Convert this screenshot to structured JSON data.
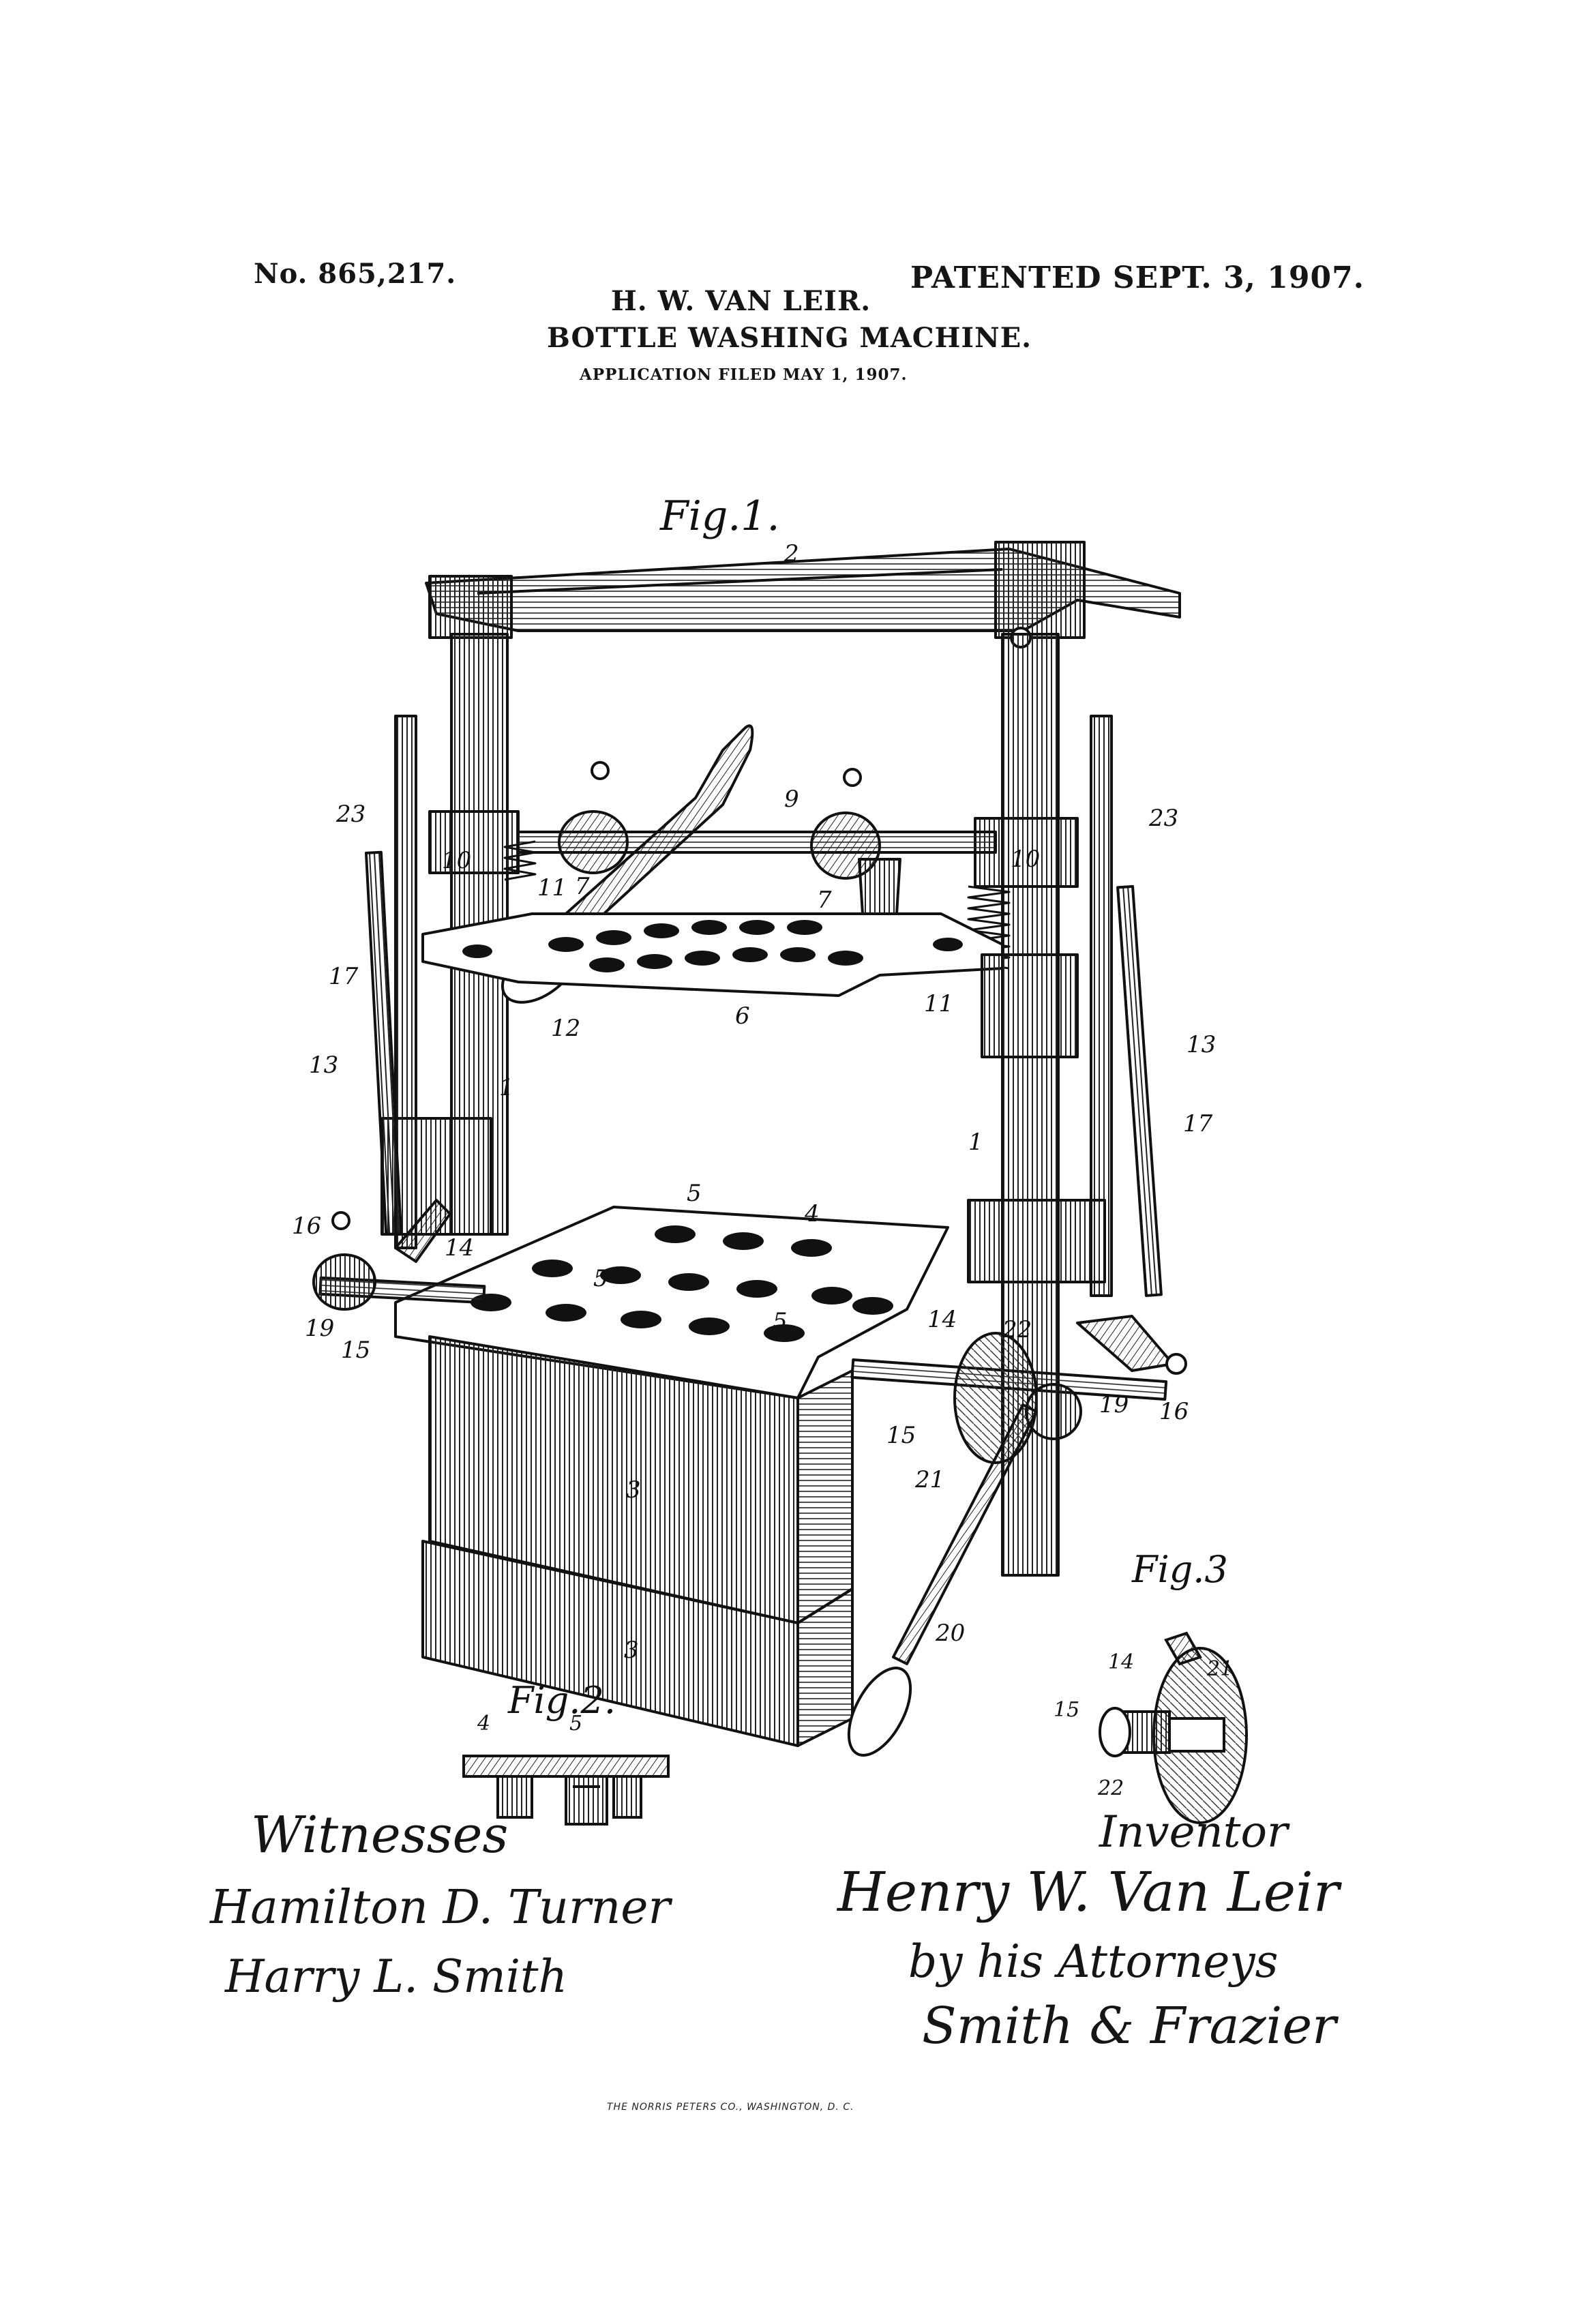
{
  "header": {
    "patent_no": "No. 865,217.",
    "patented": "PATENTED SEPT. 3, 1907.",
    "inventor": "H. W. VAN LEIR.",
    "title": "BOTTLE WASHING MACHINE.",
    "application": "APPLICATION FILED MAY 1, 1907."
  },
  "figures": {
    "fig1": "Fig.1.",
    "fig2": "Fig.2.",
    "fig3": "Fig.3"
  },
  "ref_numerals": {
    "n2": "2",
    "n23l": "23",
    "n23r": "23",
    "n10l": "10",
    "n10r": "10",
    "n9": "9",
    "n11l": "11",
    "n11r": "11",
    "n7l": "7",
    "n7r": "7",
    "n17l": "17",
    "n17r": "17",
    "n12": "12",
    "n6": "6",
    "n13l": "13",
    "n13r": "13",
    "n1l": "1",
    "n1r": "1",
    "n5a": "5",
    "n5b": "5",
    "n5c": "5",
    "n4": "4",
    "n16l": "16",
    "n16r": "16",
    "n19l": "19",
    "n19r": "19",
    "n15l": "15",
    "n15r": "15",
    "n14l": "14",
    "n14r": "14",
    "n22": "22",
    "n21": "21",
    "n3a": "3",
    "n3b": "3",
    "n20": "20",
    "f2n4": "4",
    "f2n5": "5",
    "f3n14": "14",
    "f3n21": "21",
    "f3n15": "15",
    "f3n22": "22"
  },
  "signatures": {
    "witnesses_label": "Witnesses",
    "witness_1": "Hamilton D. Turner",
    "witness_2": "Harry L. Smith",
    "inventor_label": "Inventor",
    "inventor_name": "Henry W. Van Leir",
    "by_attorneys": "by his Attorneys",
    "attorneys_name": "Smith & Frazier"
  },
  "printer": "THE NORRIS PETERS CO., WASHINGTON, D. C."
}
